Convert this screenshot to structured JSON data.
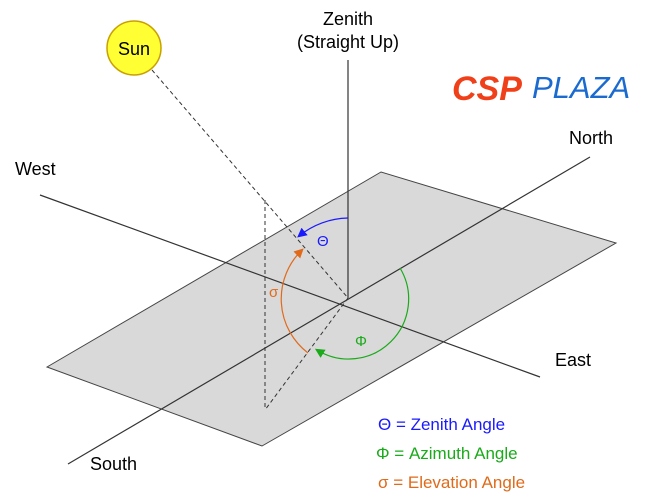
{
  "labels": {
    "zenith_line1": "Zenith",
    "zenith_line2": "(Straight Up)",
    "sun": "Sun",
    "north": "North",
    "west": "West",
    "east": "East",
    "south": "South",
    "theta": "Θ",
    "sigma": "σ",
    "phi": "Φ"
  },
  "legend": [
    {
      "text": "Θ = Zenith Angle",
      "color": "#1a1aff"
    },
    {
      "text": "Φ = Azimuth Angle",
      "color": "#1aaa1a"
    },
    {
      "text": "σ = Elevation Angle",
      "color": "#e06a1a"
    }
  ],
  "watermark": {
    "part1": "CSP",
    "part2": "PLAZA"
  },
  "colors": {
    "plane": "#d9d9d9",
    "sun_fill": "#ffff33",
    "theta": "#1a1aff",
    "phi": "#1aaa1a",
    "sigma": "#e06a1a"
  }
}
